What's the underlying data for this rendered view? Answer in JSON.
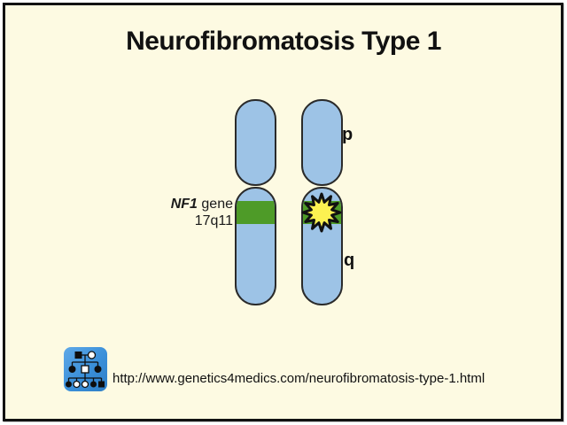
{
  "title": "Neurofibromatosis Type 1",
  "diagram": {
    "gene_label": {
      "gene": "NF1",
      "suffix": " gene",
      "location": "17q11"
    },
    "arm_labels": {
      "p": "p",
      "q": "q"
    },
    "chromosomes": [
      {
        "name": "chromosome-normal",
        "band": "NF1 gene band",
        "mutation": null
      },
      {
        "name": "chromosome-mutated",
        "band": "NF1 gene band",
        "mutation": "starburst"
      }
    ],
    "colors": {
      "background_cream": "#fdfae2",
      "chromosome_fill": "#9dc3e6",
      "chromosome_outline": "#2a2a2a",
      "gene_band_green": "#4e9b28",
      "starburst_yellow": "#fcf151",
      "logo_blue": "#3a8fd9"
    }
  },
  "footer": {
    "url": "http://www.genetics4medics.com/neurofibromatosis-type-1.html",
    "logo_icon": "pedigree-chart-icon"
  }
}
